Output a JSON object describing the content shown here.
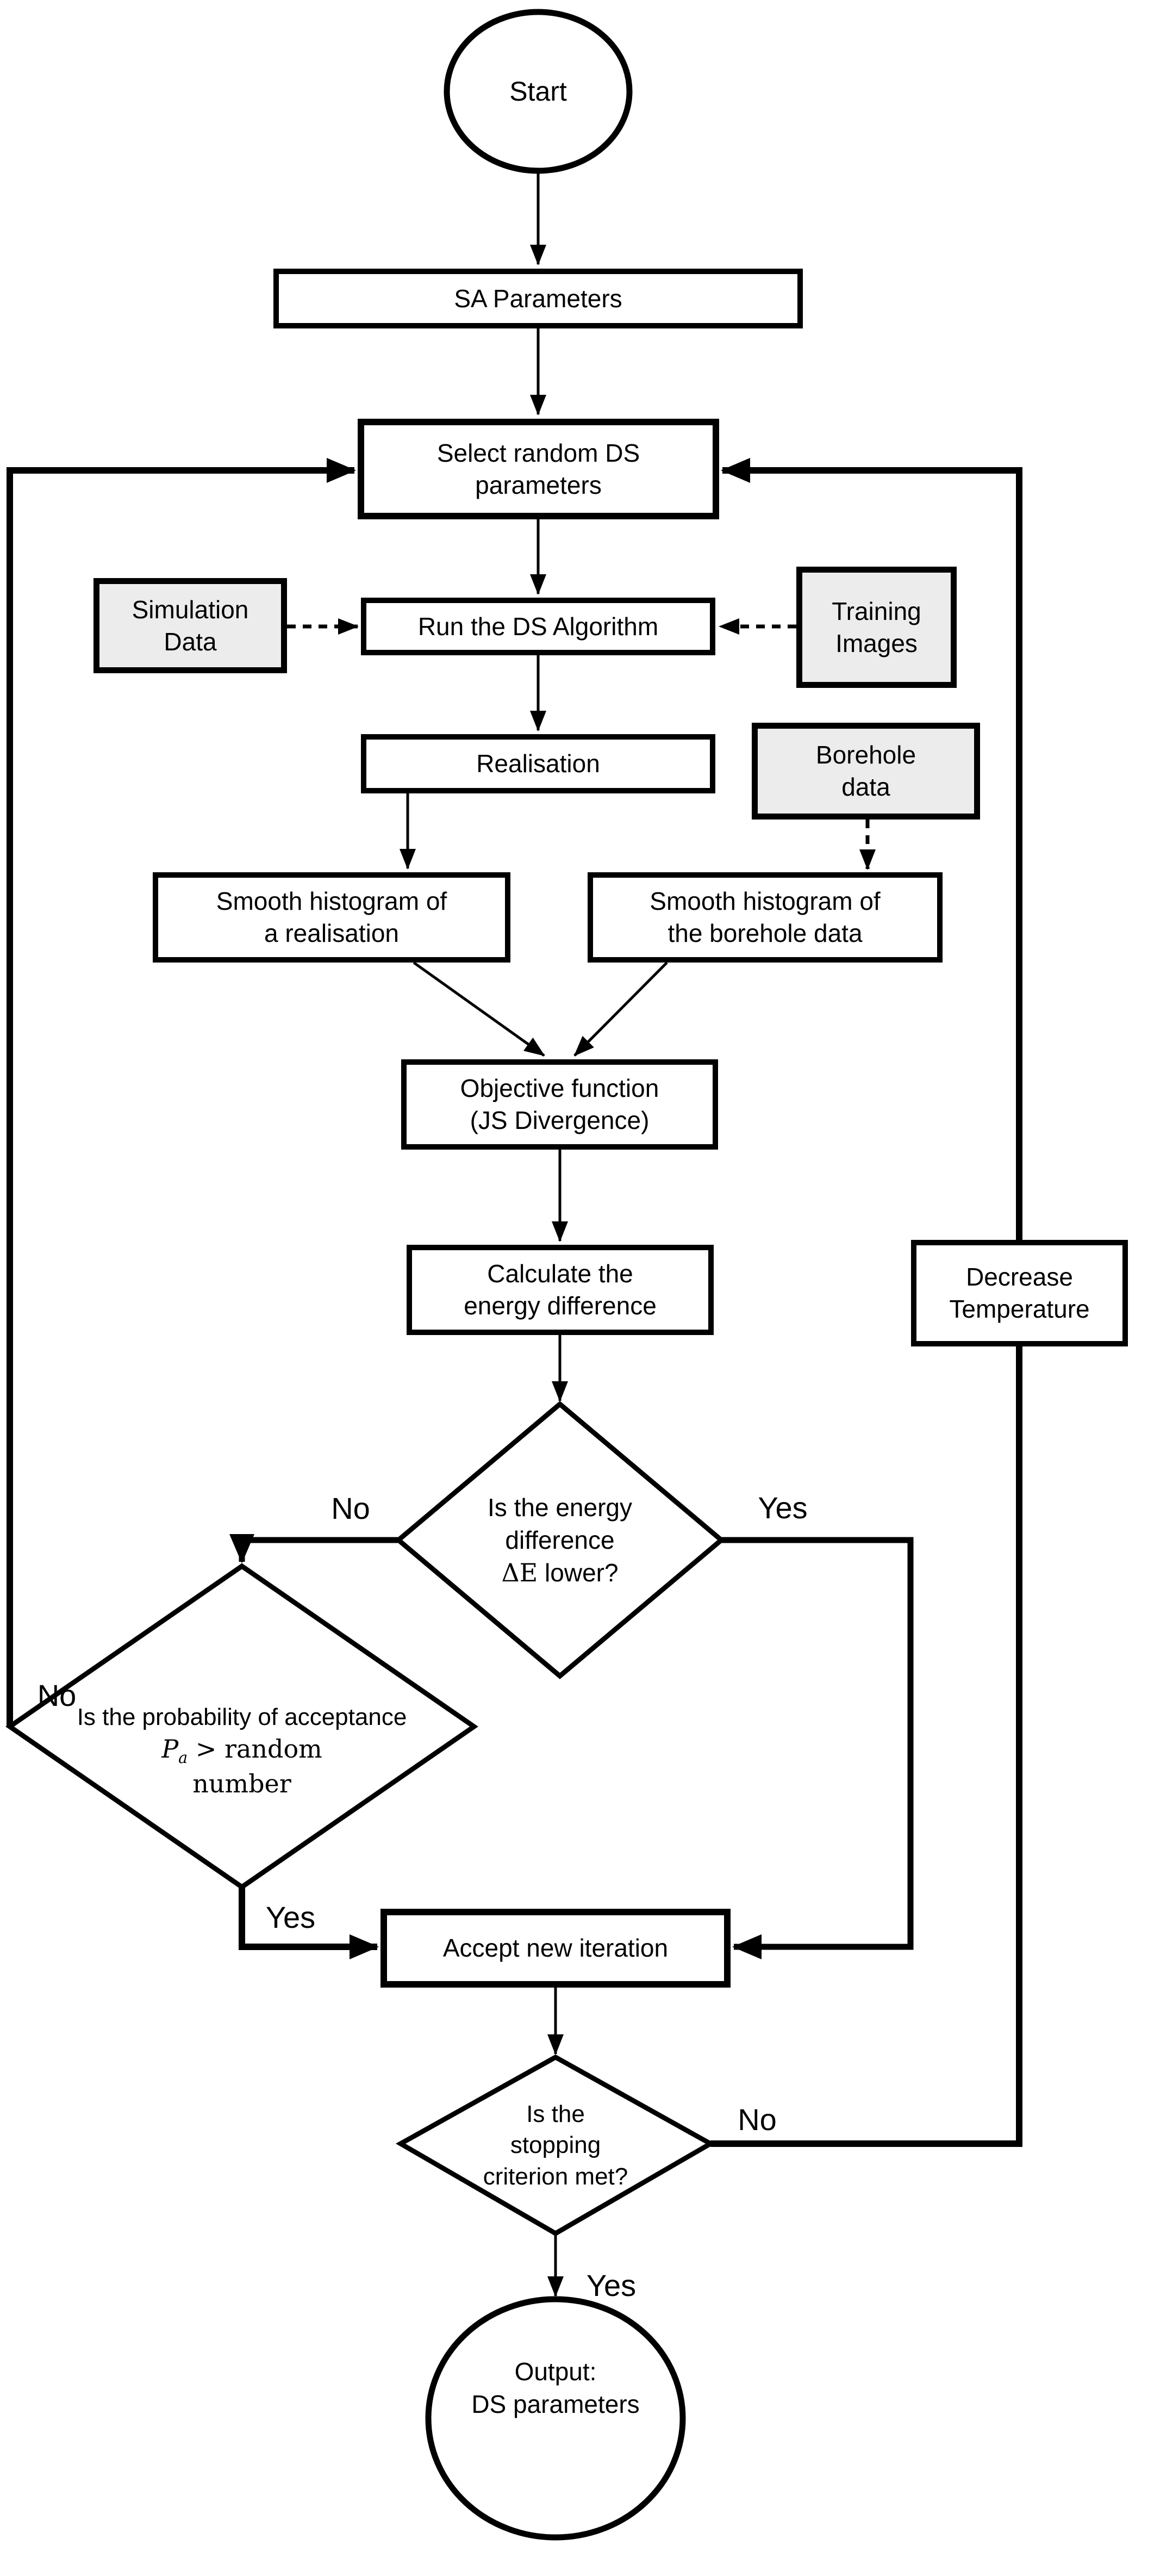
{
  "colors": {
    "background": "#ffffff",
    "stroke": "#000000",
    "data_box_fill": "#ececec",
    "process_box_fill": "#ffffff"
  },
  "nodes": {
    "start": {
      "label": "Start"
    },
    "sa_parameters": {
      "label": "SA Parameters"
    },
    "select_random_ds_parameters": {
      "line1": "Select random DS",
      "line2": "parameters"
    },
    "simulation_data": {
      "line1": "Simulation",
      "line2": "Data"
    },
    "run_ds_algorithm": {
      "label": "Run the DS Algorithm"
    },
    "training_images": {
      "line1": "Training",
      "line2": "Images"
    },
    "realisation": {
      "label": "Realisation"
    },
    "borehole_data": {
      "line1": "Borehole",
      "line2": "data"
    },
    "smooth_histogram_realisation": {
      "line1": "Smooth histogram of",
      "line2": "a realisation"
    },
    "smooth_histogram_borehole": {
      "line1": "Smooth histogram of",
      "line2": "the borehole data"
    },
    "objective_function": {
      "line1": "Objective function",
      "line2": "(JS Divergence)"
    },
    "calculate_energy_difference": {
      "line1": "Calculate the",
      "line2": "energy difference"
    },
    "decrease_temperature": {
      "line1": "Decrease",
      "line2": "Temperature"
    },
    "energy_difference_decision": {
      "line1": "Is the energy",
      "line2": "difference",
      "math_delta": "Δ",
      "math_e": "E",
      "line3_rest": "lower?"
    },
    "probability_decision": {
      "line1": "Is the probability of acceptance",
      "math_p": "P",
      "math_p_sub": "a",
      "math_comparison": "> random",
      "line3": "number"
    },
    "accept_new_iteration": {
      "label": "Accept new iteration"
    },
    "stopping_decision": {
      "line1": "Is the",
      "line2": "stopping",
      "line3": "criterion met?"
    },
    "output": {
      "line1": "Output:",
      "line2": "DS parameters"
    }
  },
  "edge_labels": {
    "energy_no": "No",
    "energy_yes": "Yes",
    "probability_no": "No",
    "probability_yes": "Yes",
    "stopping_no": "No",
    "stopping_yes": "Yes"
  }
}
